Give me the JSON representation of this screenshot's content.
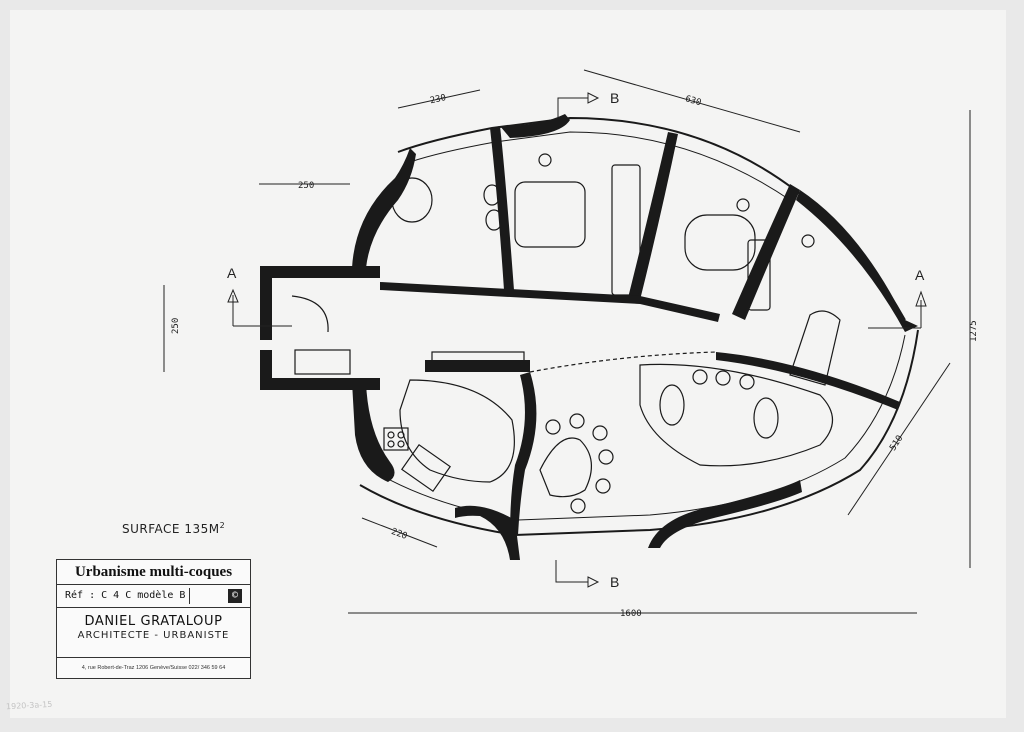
{
  "drawing": {
    "dimensions": {
      "d230": "230",
      "d630": "630",
      "d250_top": "250",
      "d250_left": "250",
      "d1275": "1275",
      "d510": "510",
      "d220": "220",
      "d1600": "1600"
    },
    "sections": {
      "a_left": "A",
      "a_right": "A",
      "b_top": "B",
      "b_bottom": "B"
    }
  },
  "surface": {
    "label": "SURFACE 135M",
    "unit_superscript": "2"
  },
  "cartouche": {
    "title": "Urbanisme multi-coques",
    "reference": "Réf : C 4 C modèle B",
    "logo": "©",
    "architect": "DANIEL GRATALOUP",
    "profession": "ARCHITECTE - URBANISTE",
    "address": "4, rue Robert-de-Traz   1206 Genève/Suisse   022/ 346 59 64"
  },
  "pencil_note": "1920-3a-15"
}
